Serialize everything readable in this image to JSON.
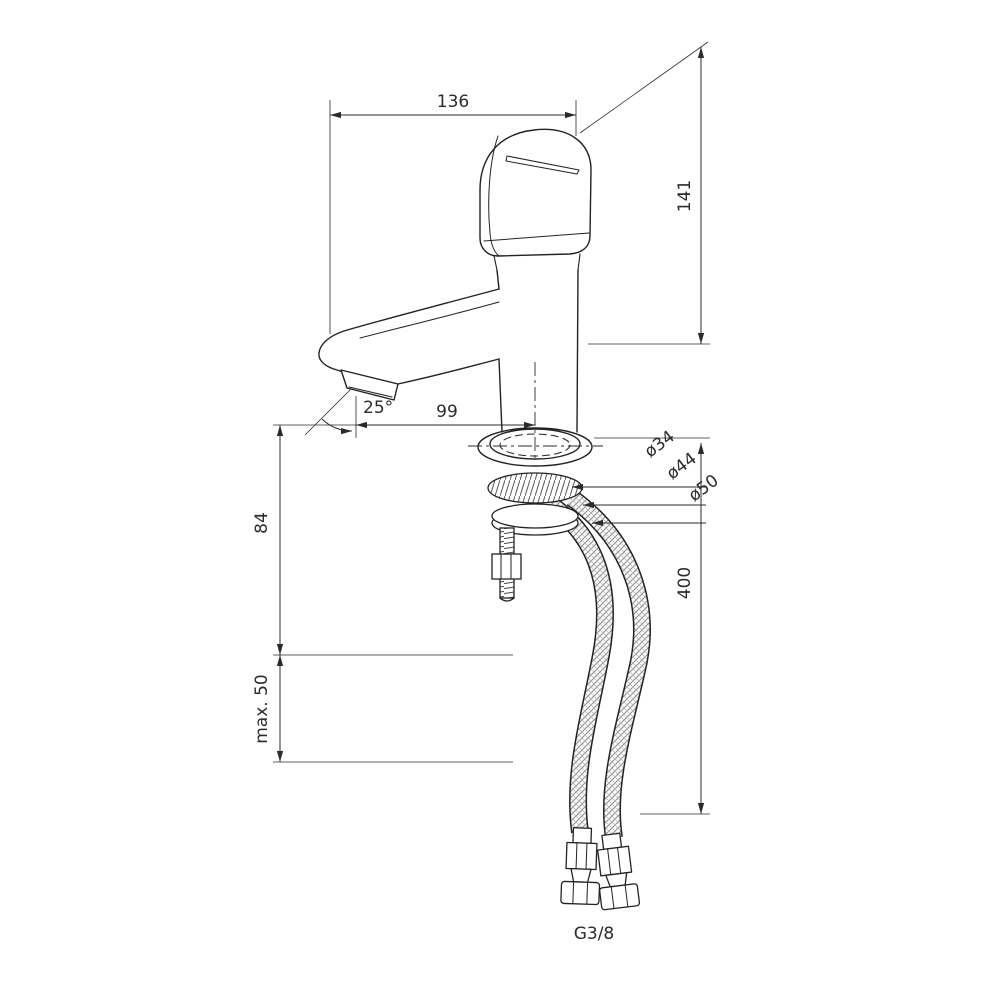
{
  "dimensions": {
    "overall_width": "136",
    "overall_height": "141",
    "spout_reach": "99",
    "spout_angle": "25°",
    "spout_height": "84",
    "max_deck": "max. 50",
    "dia_body": "ø34",
    "dia_ring": "ø44",
    "dia_base": "ø50",
    "hose_length": "400",
    "thread_size": "G3/8"
  }
}
